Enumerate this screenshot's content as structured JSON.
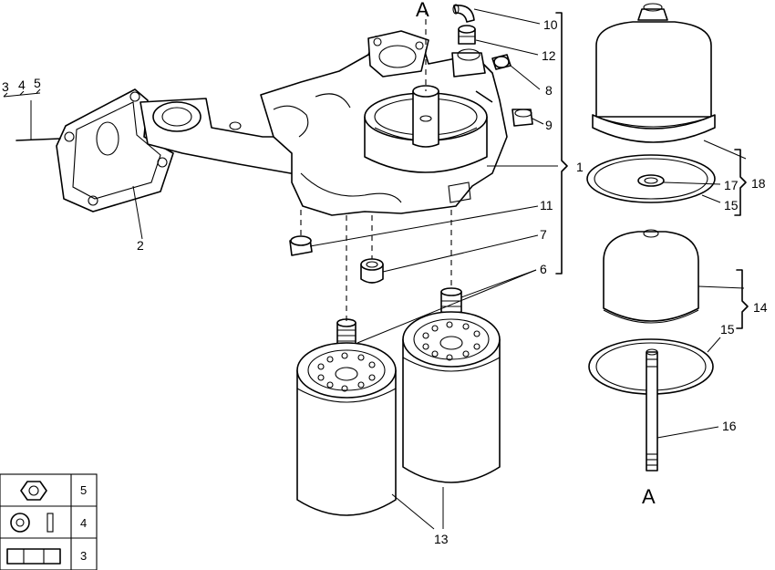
{
  "section_markers": {
    "top": "A",
    "bottom": "A"
  },
  "callouts": {
    "c1": "1",
    "c2": "2",
    "c3": "3",
    "c4": "4",
    "c5": "5",
    "c6": "6",
    "c7": "7",
    "c8": "8",
    "c9": "9",
    "c10": "10",
    "c11": "11",
    "c12": "12",
    "c13": "13",
    "c14": "14",
    "c15a": "15",
    "c15b": "15",
    "c16": "16",
    "c17": "17",
    "c18": "18"
  },
  "legend": {
    "rows": [
      {
        "symbol": "hex-nut-icon",
        "number": "5"
      },
      {
        "symbol": "washer-pin-icon",
        "number": "4"
      },
      {
        "symbol": "bracket-icon",
        "number": "3"
      }
    ]
  }
}
